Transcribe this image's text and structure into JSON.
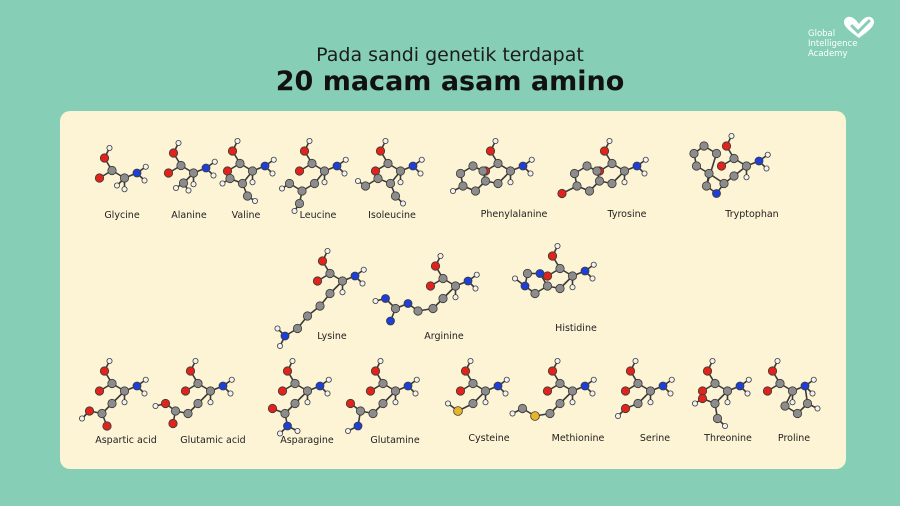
{
  "header": {
    "subtitle": "Pada sandi genetik terdapat",
    "title": "20 macam asam amino"
  },
  "logo": {
    "line1": "Global",
    "line2": "Intelligence",
    "line3": "Academy"
  },
  "colors": {
    "background": "#86cfb6",
    "panel": "#fdf3d5",
    "carbon": "#8c8c8c",
    "oxygen": "#e0231b",
    "nitrogen": "#1d3fd6",
    "sulfur": "#e8b52a",
    "hydrogen": "#f2f2f2"
  },
  "amino_acids": [
    {
      "name": "Glycine"
    },
    {
      "name": "Alanine"
    },
    {
      "name": "Valine"
    },
    {
      "name": "Leucine"
    },
    {
      "name": "Isoleucine"
    },
    {
      "name": "Phenylalanine"
    },
    {
      "name": "Tyrosine"
    },
    {
      "name": "Tryptophan"
    },
    {
      "name": "Lysine"
    },
    {
      "name": "Arginine"
    },
    {
      "name": "Histidine"
    },
    {
      "name": "Aspartic acid"
    },
    {
      "name": "Glutamic acid"
    },
    {
      "name": "Asparagine"
    },
    {
      "name": "Glutamine"
    },
    {
      "name": "Cysteine"
    },
    {
      "name": "Methionine"
    },
    {
      "name": "Serine"
    },
    {
      "name": "Threonine"
    },
    {
      "name": "Proline"
    }
  ]
}
